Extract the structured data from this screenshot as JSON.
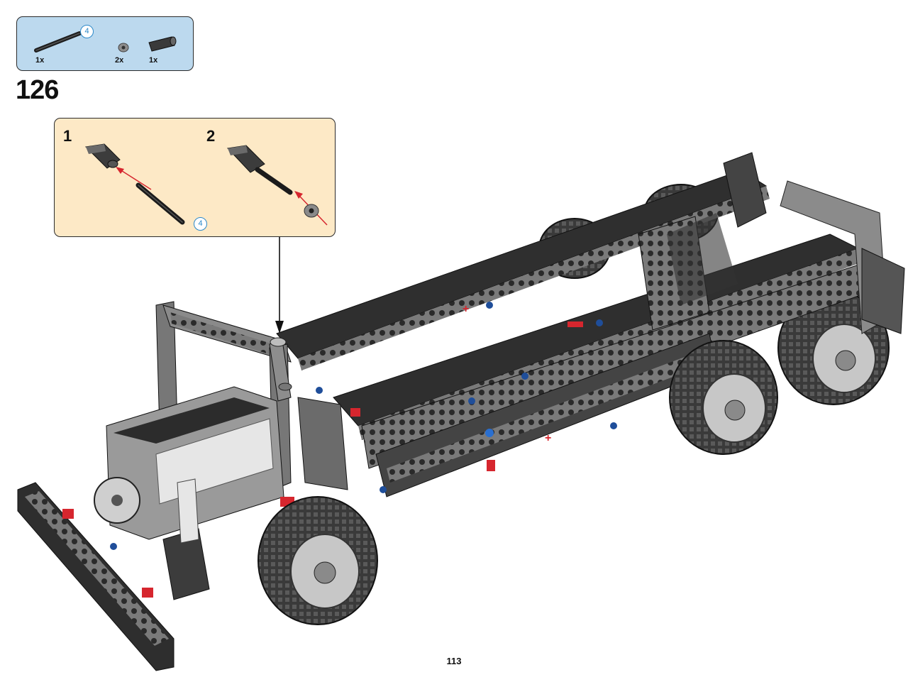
{
  "parts_callout": {
    "items": [
      {
        "name": "axle-icon",
        "qty": "1x",
        "length_badge": "4"
      },
      {
        "name": "bush-icon",
        "qty": "2x"
      },
      {
        "name": "axle-connector-icon",
        "qty": "1x"
      }
    ]
  },
  "step": {
    "number": "126"
  },
  "sub_assembly": {
    "steps": [
      {
        "number": "1",
        "length_badge": "4"
      },
      {
        "number": "2"
      }
    ]
  },
  "colors": {
    "parts_box_bg": "#bcd9ee",
    "sub_box_bg": "#fde9c6",
    "arrow_red": "#d6262e",
    "badge_blue": "#2a88c9"
  },
  "page": {
    "number": "113"
  }
}
